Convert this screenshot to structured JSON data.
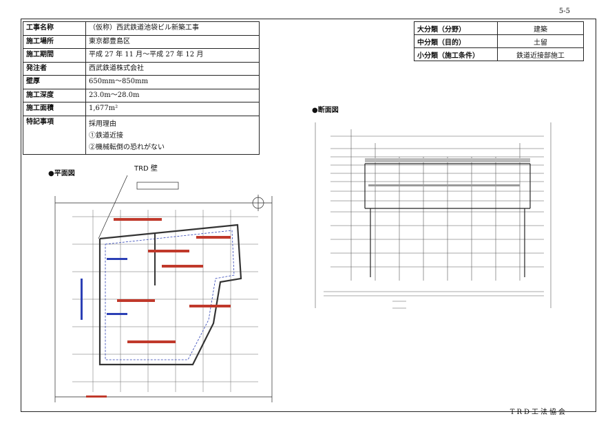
{
  "page_number": "5-5",
  "footer": "TRD工法協会",
  "info_table": [
    {
      "key": "工事名称",
      "value": "（仮称）西武鉄道池袋ビル新築工事"
    },
    {
      "key": "施工場所",
      "value": "東京都豊島区"
    },
    {
      "key": "施工期間",
      "value": "平成 27 年 11 月～平成 27 年 12 月"
    },
    {
      "key": "発注者",
      "value": "西武鉄道株式会社"
    },
    {
      "key": "壁厚",
      "value": "650mm～850mm"
    },
    {
      "key": "施工深度",
      "value": "23.0m～28.0m"
    },
    {
      "key": "施工面積",
      "value": "1,677m²"
    }
  ],
  "remarks": {
    "key": "特記事項",
    "lines": [
      "採用理由",
      "①鉄道近接",
      "②機械転倒の恐れがない"
    ]
  },
  "classification": [
    {
      "key": "大分類（分野）",
      "value": "建築"
    },
    {
      "key": "中分類（目的）",
      "value": "土留"
    },
    {
      "key": "小分類（施工条件）",
      "value": "鉄道近接部施工"
    }
  ],
  "plan_view": {
    "label": "●平面図",
    "callout": "TRD 壁"
  },
  "section_view": {
    "label": "●断面図"
  }
}
